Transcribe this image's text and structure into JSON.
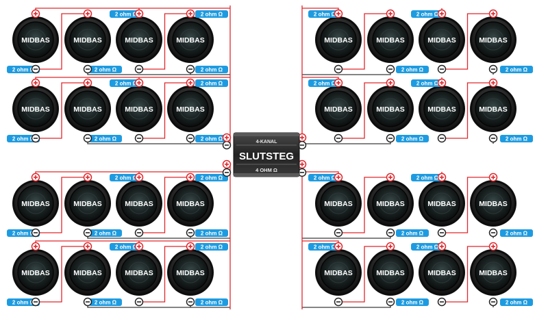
{
  "amplifier": {
    "title": "4-KANAL",
    "name": "SLUTSTEG",
    "impedance": "4 OHM Ω"
  },
  "speaker_label": "MIDBAS",
  "tag_label": "2 ohm Ω",
  "terminals": {
    "plus": "+",
    "minus": "−"
  },
  "colors": {
    "wire_positive": "#e0262b",
    "wire_negative": "#3a3a3a",
    "tag": "#1e9be0",
    "speaker_dark": "#121212",
    "amp_body": "#2b2b2b"
  },
  "icons": {
    "speaker": "speaker-icon",
    "plus": "plus-terminal-icon",
    "minus": "minus-terminal-icon"
  }
}
